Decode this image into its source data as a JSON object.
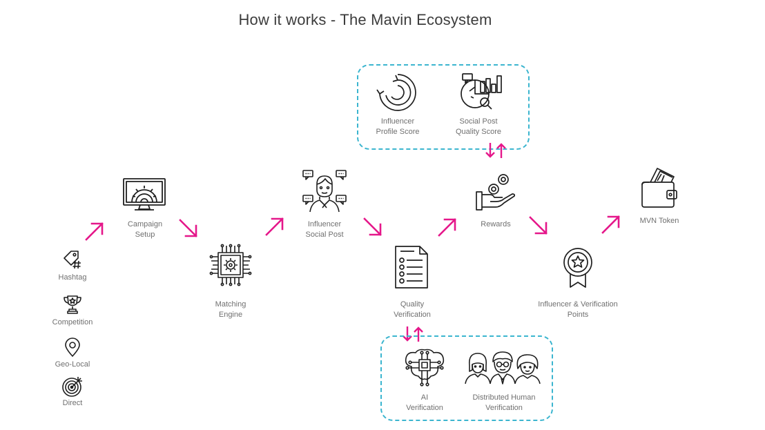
{
  "title": "How it works - The Mavin Ecosystem",
  "colors": {
    "arrow": "#e5178a",
    "box_border": "#3bb5cf",
    "icon": "#1e1e1e",
    "label": "#6f6f6f",
    "title": "#3c3c3c"
  },
  "campaign_types": [
    {
      "label": "Hashtag",
      "icon": "hashtag-tag-icon"
    },
    {
      "label": "Competition",
      "icon": "trophy-icon"
    },
    {
      "label": "Geo-Local",
      "icon": "location-pin-icon"
    },
    {
      "label": "Direct",
      "icon": "target-icon"
    }
  ],
  "steps": {
    "campaign_setup": {
      "line1": "Campaign",
      "line2": "Setup",
      "icon": "monitor-gear-icon"
    },
    "matching_engine": {
      "line1": "Matching",
      "line2": "Engine",
      "icon": "cpu-chip-icon"
    },
    "influencer_social_post": {
      "line1": "Influencer",
      "line2": "Social Post",
      "icon": "influencer-chat-icon"
    },
    "quality_verification": {
      "line1": "Quality",
      "line2": "Verification",
      "icon": "checklist-icon"
    },
    "rewards": {
      "line1": "Rewards",
      "icon": "hand-coins-icon"
    },
    "points": {
      "line1": "Influencer & Verification",
      "line2": "Points",
      "icon": "badge-icon"
    },
    "mvn_token": {
      "line1": "MVN Token",
      "icon": "wallet-icon"
    }
  },
  "scoring_group": {
    "profile_score": {
      "line1": "Influencer",
      "line2": "Profile Score",
      "icon": "refresh-gauge-icon"
    },
    "post_quality_score": {
      "line1": "Social Post",
      "line2": "Quality Score",
      "icon": "analytics-icon"
    }
  },
  "verification_group": {
    "ai_verification": {
      "line1": "AI",
      "line2": "Verification",
      "icon": "ai-brain-chip-icon"
    },
    "human_verification": {
      "line1": "Distributed Human",
      "line2": "Verification",
      "icon": "people-group-icon"
    }
  }
}
